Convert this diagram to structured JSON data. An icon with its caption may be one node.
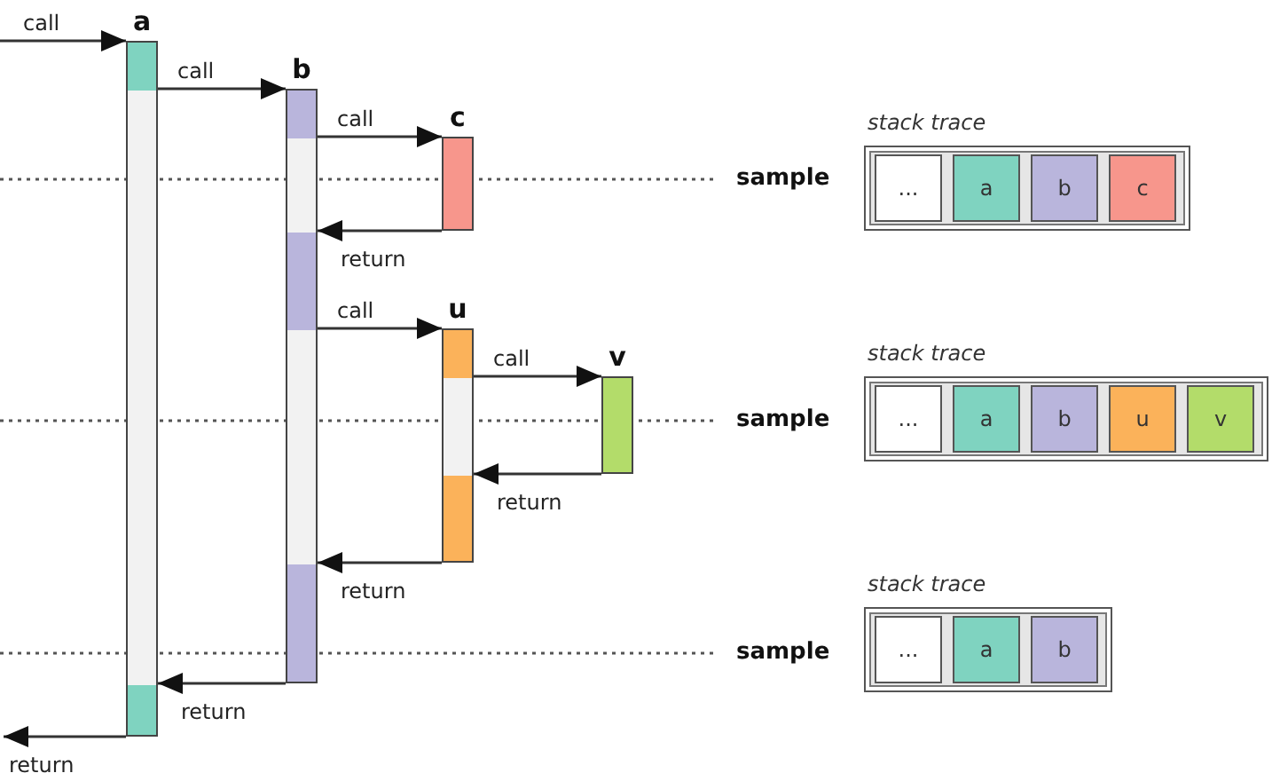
{
  "diagram": {
    "nodes": [
      {
        "text": [
          "a"
        ]
      },
      {
        "text": [
          "b"
        ]
      },
      {
        "text": [
          "c"
        ]
      },
      {
        "text": [
          "u"
        ]
      },
      {
        "text": [
          "v"
        ]
      },
      {
        "text": [
          "stack trace"
        ]
      },
      {
        "text": [
          "..."
        ],
        "in": 5
      },
      {
        "text": [
          "a"
        ],
        "in": 5
      },
      {
        "text": [
          "b"
        ],
        "in": 5
      },
      {
        "text": [
          "c"
        ],
        "in": 5
      },
      {
        "text": [
          "stack trace"
        ]
      },
      {
        "text": [
          "..."
        ],
        "in": 10
      },
      {
        "text": [
          "a"
        ],
        "in": 10
      },
      {
        "text": [
          "b"
        ],
        "in": 10
      },
      {
        "text": [
          "u"
        ],
        "in": 10
      },
      {
        "text": [
          "v"
        ],
        "in": 10
      },
      {
        "text": [
          "stack trace"
        ]
      },
      {
        "text": [
          "..."
        ],
        "in": 16
      },
      {
        "text": [
          "a"
        ],
        "in": 16
      },
      {
        "text": [
          "b"
        ],
        "in": 16
      }
    ],
    "edges": [
      {
        "from": null,
        "to": 0,
        "arrow": "to",
        "label": "call"
      },
      {
        "from": 0,
        "to": 1,
        "arrow": "to",
        "label": "call"
      },
      {
        "from": 1,
        "to": 2,
        "arrow": "to",
        "label": "call"
      },
      {
        "from": 2,
        "to": 1,
        "arrow": "to",
        "label": "return"
      },
      {
        "from": 1,
        "to": 3,
        "arrow": "to",
        "label": "call"
      },
      {
        "from": 3,
        "to": 4,
        "arrow": "to",
        "label": "call"
      },
      {
        "from": 4,
        "to": 3,
        "arrow": "to",
        "label": "return"
      },
      {
        "from": 3,
        "to": 1,
        "arrow": "to",
        "label": "return"
      },
      {
        "from": 1,
        "to": 0,
        "arrow": "to",
        "label": "return"
      },
      {
        "from": 0,
        "to": null,
        "arrow": "to",
        "label": "return"
      }
    ],
    "labels": [
      "sample",
      "sample",
      "sample"
    ]
  }
}
